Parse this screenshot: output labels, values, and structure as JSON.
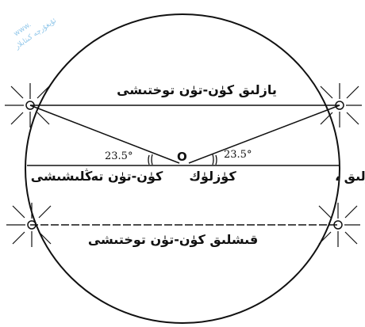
{
  "labels": {
    "summer_solstice": "يازلىق كۈن-تۈن توختىشى",
    "equinox": "كۈن-تۈن تەڭلىشىشى",
    "spring_autumn": "ئەتىيازلىق ،",
    "autumn": "كۈزلۈك",
    "winter_solstice": "قىشلىق كۈن-تۈن توختىشى",
    "angle_left": "23.5°",
    "angle_right": "23.5°",
    "earth_symbol": "O"
  },
  "watermark": {
    "line1": "www.",
    "line2": "ئۇيغۇرچە كىتابلار"
  },
  "colors": {
    "ink": "#111111",
    "watermark": "#3a9ad9"
  }
}
